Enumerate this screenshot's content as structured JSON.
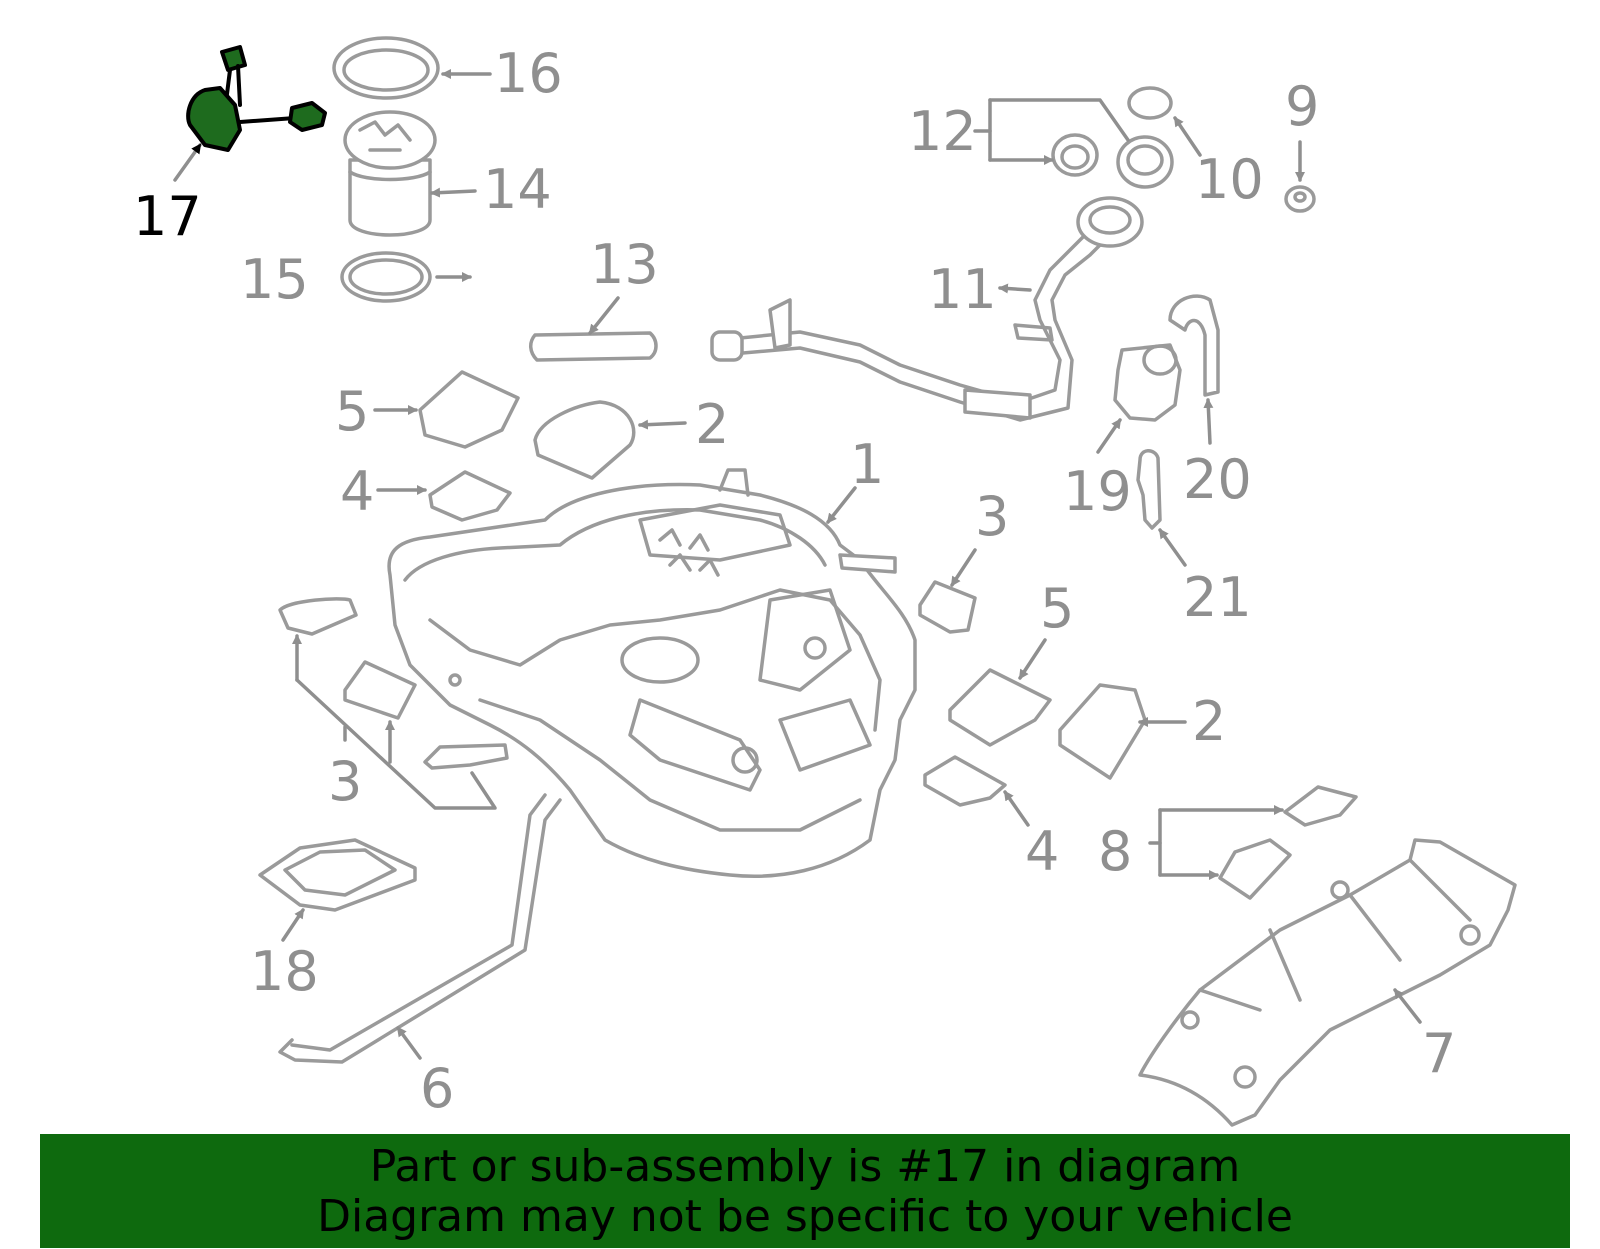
{
  "highlight_color": "#0e6a0e",
  "banner": {
    "line1": "Part or sub-assembly is #17 in diagram",
    "line2": "Diagram may not be specific to your vehicle"
  },
  "labels": {
    "p1": "1",
    "p2a": "2",
    "p2b": "2",
    "p3a": "3",
    "p3b": "3",
    "p4a": "4",
    "p4b": "4",
    "p5a": "5",
    "p5b": "5",
    "p6": "6",
    "p7": "7",
    "p8": "8",
    "p9": "9",
    "p10": "10",
    "p11": "11",
    "p12": "12",
    "p13": "13",
    "p14": "14",
    "p15": "15",
    "p16": "16",
    "p17": "17",
    "p18": "18",
    "p19": "19",
    "p20": "20",
    "p21": "21"
  }
}
